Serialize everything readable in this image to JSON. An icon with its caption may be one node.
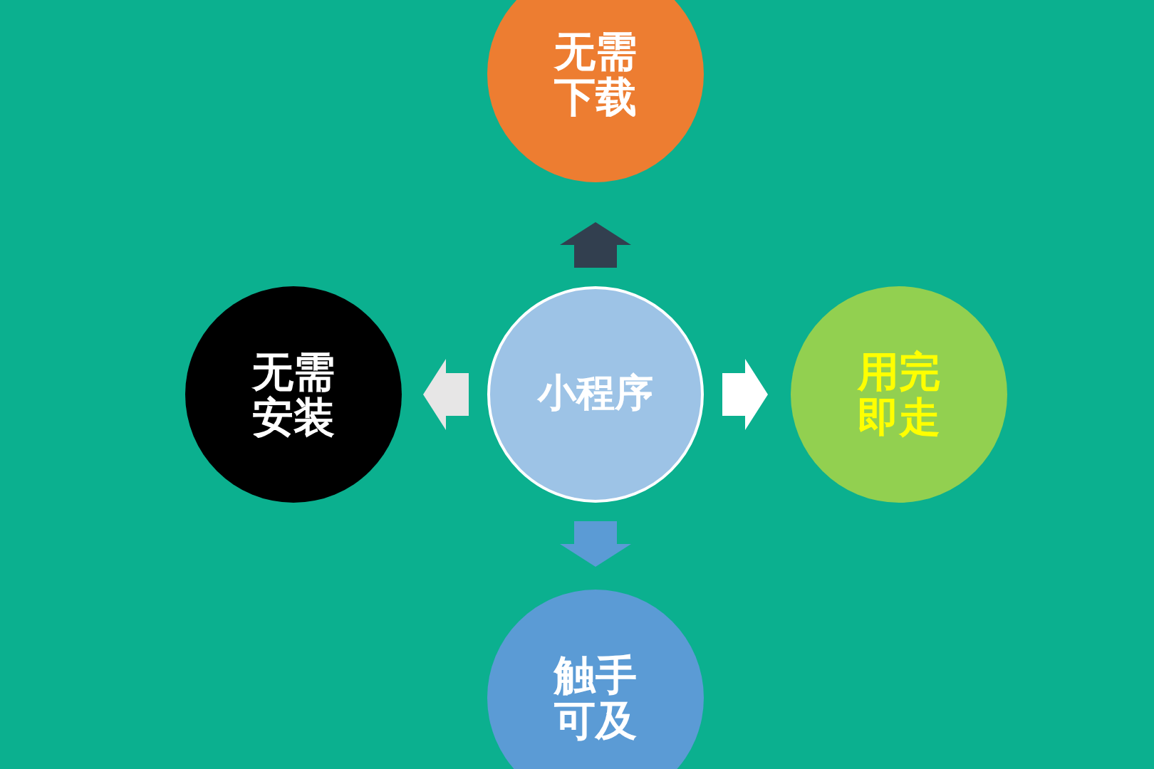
{
  "diagram": {
    "nodes": [
      {
        "text": [
          "无需下载"
        ]
      },
      {
        "text": [
          "无需安装"
        ]
      },
      {
        "text": [
          "小程序"
        ]
      },
      {
        "text": [
          "用完即走"
        ]
      },
      {
        "text": [
          "触手可及"
        ]
      }
    ],
    "edges": [
      {
        "from": 2,
        "to": 0,
        "arrow": "to",
        "style": "thick",
        "color": "#323f4f"
      },
      {
        "from": 2,
        "to": 1,
        "arrow": "to",
        "style": "thick",
        "color": "#e7e6e6"
      },
      {
        "from": 2,
        "to": 3,
        "arrow": "to",
        "style": "thick",
        "color": "#ffffff"
      },
      {
        "from": 2,
        "to": 4,
        "arrow": "to",
        "style": "thick",
        "color": "#5b9bd5"
      }
    ]
  }
}
